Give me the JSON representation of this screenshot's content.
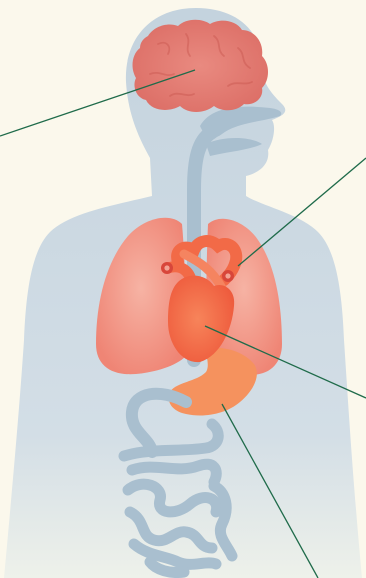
{
  "diagram": {
    "subject": "human-anatomy-internal-organs",
    "colors": {
      "background": "#fbf8ec",
      "body_silhouette": "#c4d3de",
      "digestive_tract": "#a9bfcf",
      "brain": "#e67e74",
      "lungs": "#f28c7e",
      "heart": "#f2673f",
      "stomach": "#f5925e",
      "leader_line": "#1f6b4a"
    },
    "organs": [
      {
        "id": "brain",
        "label_text": ""
      },
      {
        "id": "lungs",
        "label_text": ""
      },
      {
        "id": "heart",
        "label_text": ""
      },
      {
        "id": "stomach",
        "label_text": ""
      },
      {
        "id": "intestines",
        "label_text": ""
      }
    ]
  }
}
